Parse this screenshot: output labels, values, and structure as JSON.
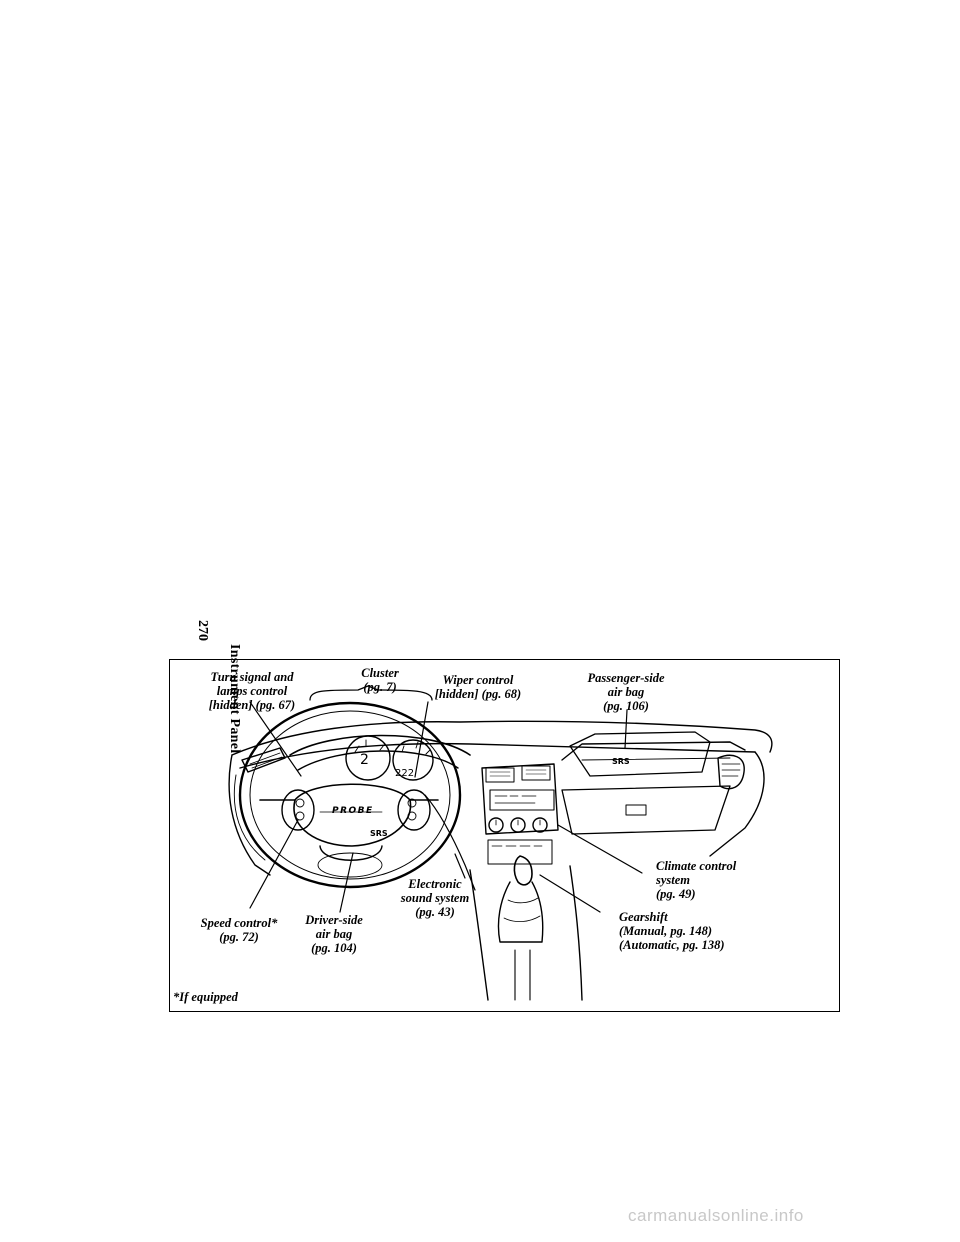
{
  "page": {
    "number": "270",
    "section": "Instrument Panel"
  },
  "figure": {
    "labels": {
      "turn_signal": "Turn signal and\nlamps control\n[hidden] (pg. 67)",
      "cluster": "Cluster\n(pg. 7)",
      "wiper": "Wiper control\n[hidden] (pg. 68)",
      "passenger_airbag": "Passenger-side\nair bag\n(pg. 106)",
      "climate": "Climate control\nsystem\n(pg. 49)",
      "gearshift": "Gearshift\n(Manual, pg. 148)\n(Automatic, pg. 138)",
      "sound": "Electronic\nsound system\n(pg. 43)",
      "driver_airbag": "Driver-side\nair bag\n(pg. 104)",
      "speed": "Speed control*\n(pg. 72)",
      "footnote": "*If equipped"
    },
    "markings": {
      "srs": "SRS",
      "brand": "PROBE"
    }
  },
  "footer": {
    "watermark": "carmanualsonline.info"
  }
}
